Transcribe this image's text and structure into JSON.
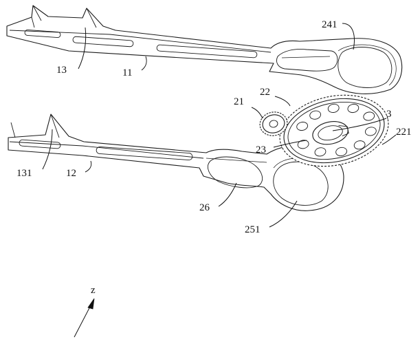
{
  "labels": {
    "l13": "13",
    "l11": "11",
    "l241": "241",
    "l21": "21",
    "l22": "22",
    "l3": "3",
    "l221": "221",
    "l23": "23",
    "l131": "131",
    "l12": "12",
    "l26": "26",
    "l251": "251",
    "axis_z": "z"
  }
}
